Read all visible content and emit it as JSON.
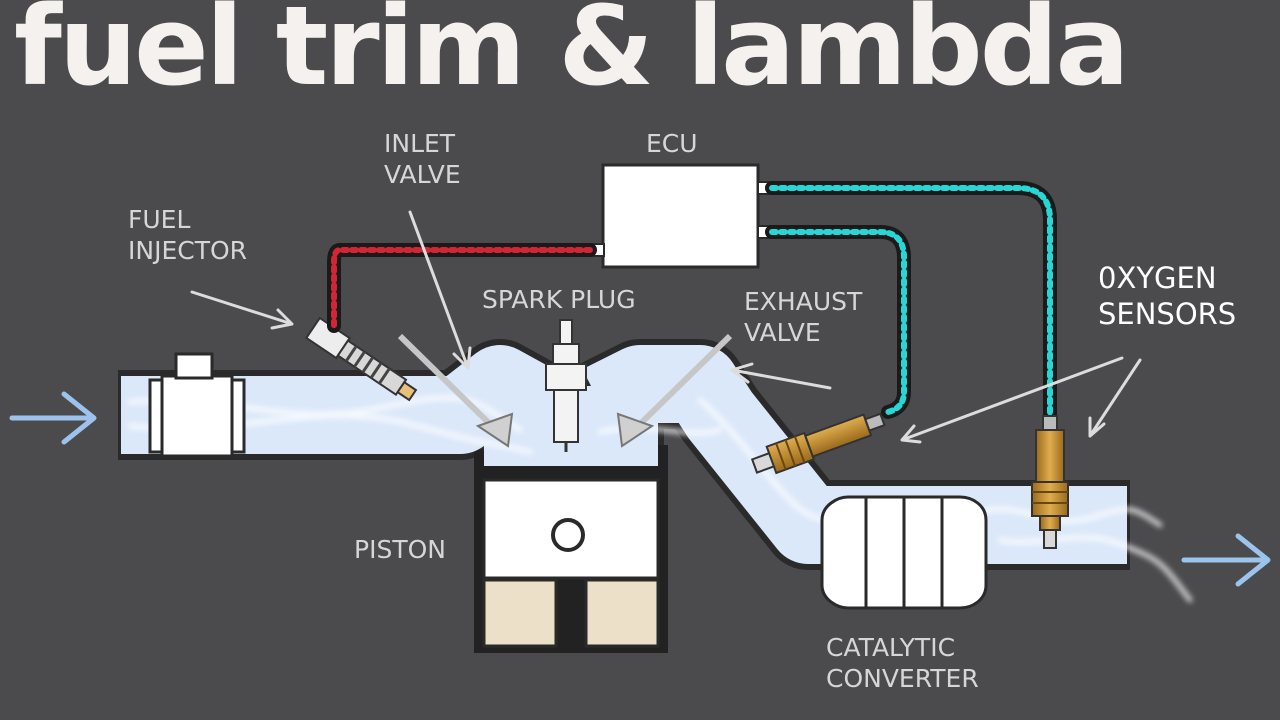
{
  "headline": "fuel trim & lambda",
  "labels": {
    "fuel_injector": [
      "FUEL",
      "INJECTOR"
    ],
    "inlet_valve": [
      "INLET",
      "VALVE"
    ],
    "ecu": "ECU",
    "spark_plug": "SPARK PLUG",
    "exhaust_valve": [
      "EXHAUST",
      "VALVE"
    ],
    "oxygen_sensors": [
      "0XYGEN",
      "SENSORS"
    ],
    "piston": "PISTON",
    "catalytic_converter": [
      "CATALYTIC",
      "CONVERTER"
    ]
  },
  "colors": {
    "background": "#4b4b4d",
    "pipe": "#dbe8f9",
    "pipe_outline": "#2a2a2a",
    "flow_arrow": "#9cc3ec",
    "injector_wire": "#d22636",
    "sensor_wire": "#28d6d6",
    "sensor_body": "#c98f2c",
    "label_text": "#d6d6d6",
    "headline_text": "#f4f1ef"
  },
  "icons": [
    "inlet-flow-arrow-icon",
    "outlet-flow-arrow-icon"
  ]
}
